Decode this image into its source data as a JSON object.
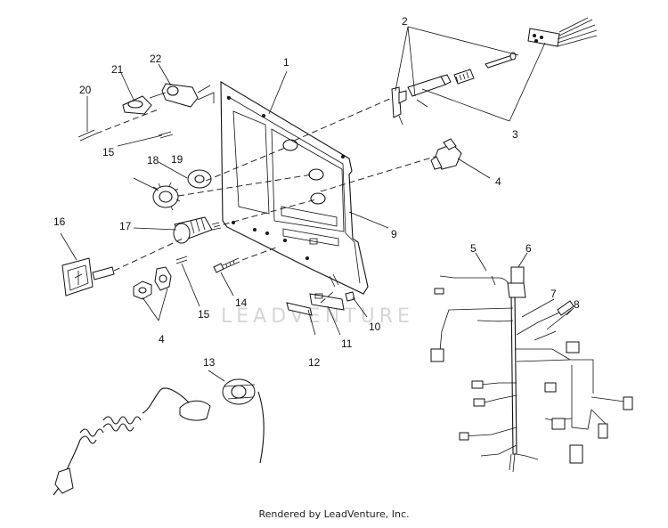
{
  "callouts": {
    "c1": "1",
    "c2": "2",
    "c3": "3",
    "c4a": "4",
    "c4b": "4",
    "c5": "5",
    "c6": "6",
    "c7": "7",
    "c8": "8",
    "c9": "9",
    "c10": "10",
    "c11": "11",
    "c12": "12",
    "c13": "13",
    "c14": "14",
    "c15a": "15",
    "c15b": "15",
    "c16": "16",
    "c17": "17",
    "c18": "18",
    "c19": "19",
    "c20": "20",
    "c21": "21",
    "c22": "22"
  },
  "watermark": "LEADVENTURE",
  "footer": "Rendered by LeadVenture, Inc."
}
